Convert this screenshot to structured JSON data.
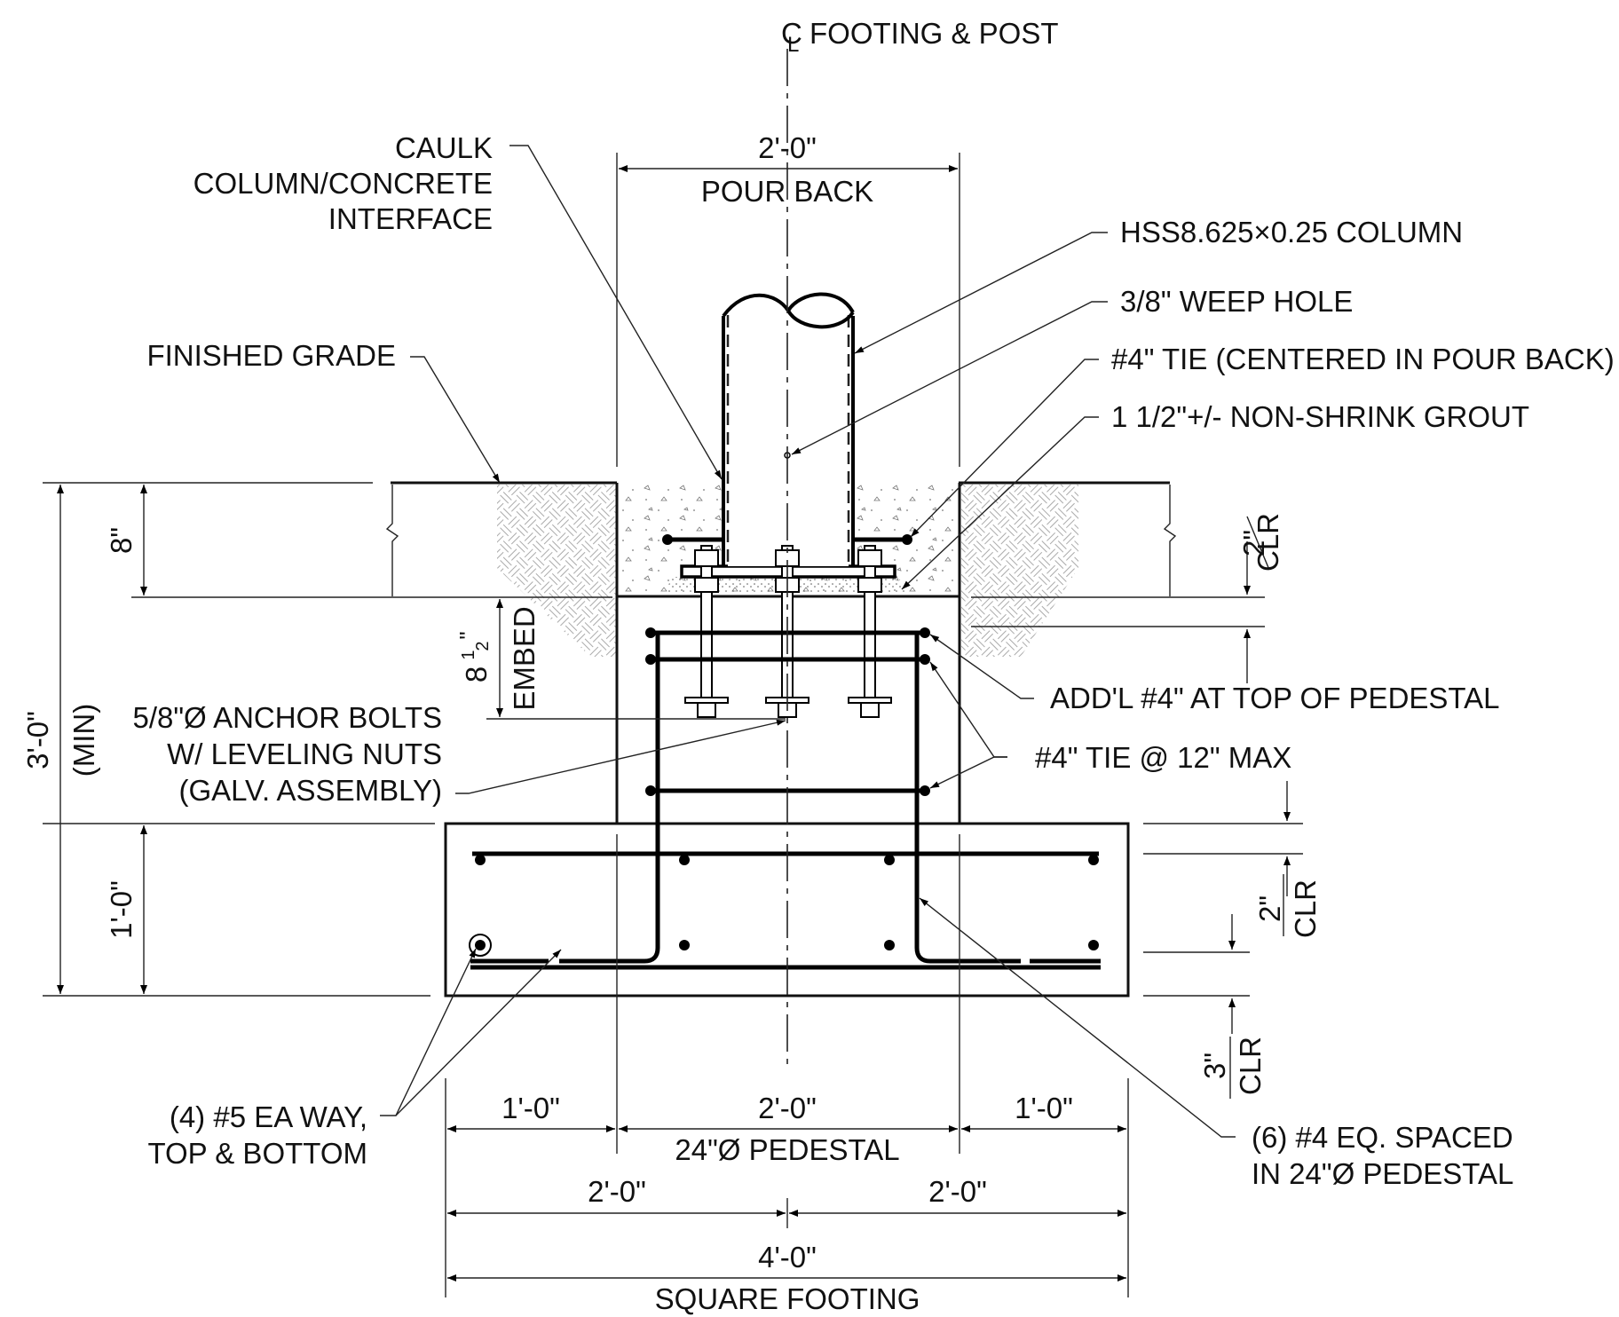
{
  "drawing": {
    "centerline_title": "FOOTING & POST",
    "centerline_symbol": "C",
    "centerline_subscript": "L",
    "labels": {
      "caulk": [
        "CAULK",
        "COLUMN/CONCRETE",
        "INTERFACE"
      ],
      "finished_grade": "FINISHED GRADE",
      "column": "HSS8.625×0.25 COLUMN",
      "weep_hole": "3/8\" WEEP HOLE",
      "tie_pour_back": "#4\" TIE (CENTERED IN POUR BACK)",
      "grout": "1 1/2\"+/- NON-SHRINK GROUT",
      "anchor_bolts": [
        "5/8\"Ø ANCHOR BOLTS",
        "W/ LEVELING NUTS",
        "(GALV. ASSEMBLY)"
      ],
      "addl_top": "ADD'L #4\" AT TOP OF PEDESTAL",
      "ties_max": "#4\" TIE @ 12\" MAX",
      "footing_bars": [
        "(4) #5 EA WAY,",
        "TOP & BOTTOM"
      ],
      "pedestal_bars": [
        "(6) #4 EQ. SPACED",
        "IN 24\"Ø PEDESTAL"
      ]
    },
    "dimensions": {
      "pour_back_width": "2'-0\"",
      "pour_back_label": "POUR BACK",
      "pour_back_depth": "8\"",
      "embed_value": "8",
      "embed_fraction_num": "1",
      "embed_fraction_den": "2",
      "embed_inch": "\"",
      "embed_label": "EMBED",
      "total_depth": "3'-0\"",
      "total_depth_note": "(MIN)",
      "footing_depth": "1'-0\"",
      "clr_top_value": "2\"",
      "clr_top_label": "CLR",
      "clr_mid_value": "2\"",
      "clr_mid_label": "CLR",
      "clr_bot_value": "3\"",
      "clr_bot_label": "CLR",
      "left_offset": "1'-0\"",
      "pedestal_width": "2'-0\"",
      "right_offset": "1'-0\"",
      "pedestal_label": "24\"Ø PEDESTAL",
      "half_left": "2'-0\"",
      "half_right": "2'-0\"",
      "footing_width": "4'-0\"",
      "footing_label": "SQUARE FOOTING"
    }
  }
}
